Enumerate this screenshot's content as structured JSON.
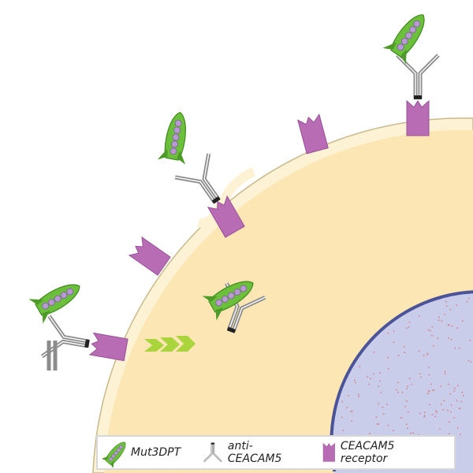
{
  "diagram": {
    "description_labels": {
      "virus": "Mut3DPT",
      "antibody": "anti-CEACAM5",
      "receptor": "CEACAM5 receptor"
    },
    "colors": {
      "cytoplasm": "#fbe6b4",
      "membrane": "#fdf3d4",
      "membrane_edge": "#c9b98c",
      "nucleus": "#c9cdea",
      "nucleus_edge": "#4b5399",
      "chromatin": "#d67a80",
      "receptor": "#b86cb3",
      "virus_green": "#6cbf3a",
      "virus_particle": "#b79ad0",
      "arrow": "#a9d43c",
      "antibody": "#999999"
    }
  },
  "legend": {
    "items": [
      {
        "label": "Mut3DPT"
      },
      {
        "label": "anti-CEACAM5"
      },
      {
        "label": "CEACAM5 receptor"
      }
    ]
  }
}
